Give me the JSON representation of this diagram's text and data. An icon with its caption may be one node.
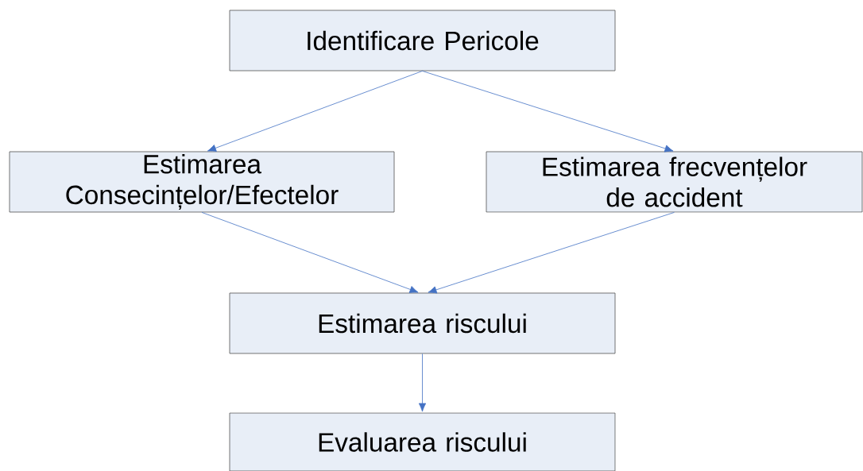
{
  "diagram": {
    "nodes": [
      {
        "text": [
          "Identificare Pericole"
        ]
      },
      {
        "text": [
          "Estimarea Consecințelor/Efectelor"
        ]
      },
      {
        "text": [
          "Estimarea frecvențelor de accident"
        ]
      },
      {
        "text": [
          "Estimarea riscului"
        ]
      },
      {
        "text": [
          "Evaluarea riscului"
        ]
      }
    ],
    "edges": [
      {
        "from": 0,
        "to": 1,
        "arrow": "to"
      },
      {
        "from": 0,
        "to": 2,
        "arrow": "to"
      },
      {
        "from": 1,
        "to": 3,
        "arrow": "to"
      },
      {
        "from": 2,
        "to": 3,
        "arrow": "to"
      },
      {
        "from": 3,
        "to": 4,
        "arrow": "to"
      }
    ]
  }
}
